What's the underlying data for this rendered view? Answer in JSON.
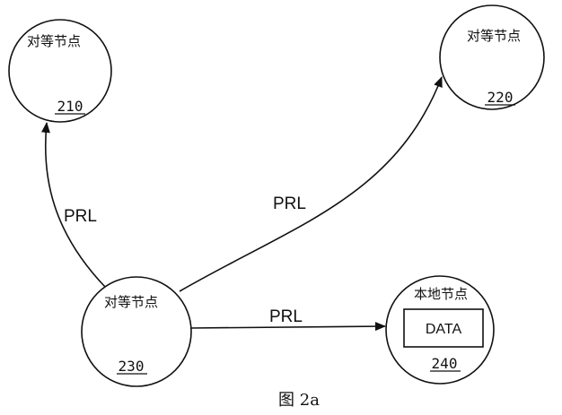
{
  "nodes": {
    "n210": {
      "title": "对等节点",
      "id": "210"
    },
    "n220": {
      "title": "对等节点",
      "id": "220"
    },
    "n230": {
      "title": "对等节点",
      "id": "230"
    },
    "n240": {
      "title": "本地节点",
      "id": "240",
      "box_label": "DATA"
    }
  },
  "edges": {
    "e230_210": {
      "label": "PRL"
    },
    "e230_220": {
      "label": "PRL"
    },
    "e230_240": {
      "label": "PRL"
    }
  },
  "caption": "图 2a",
  "colors": {
    "stroke": "#111111",
    "background": "#ffffff"
  }
}
